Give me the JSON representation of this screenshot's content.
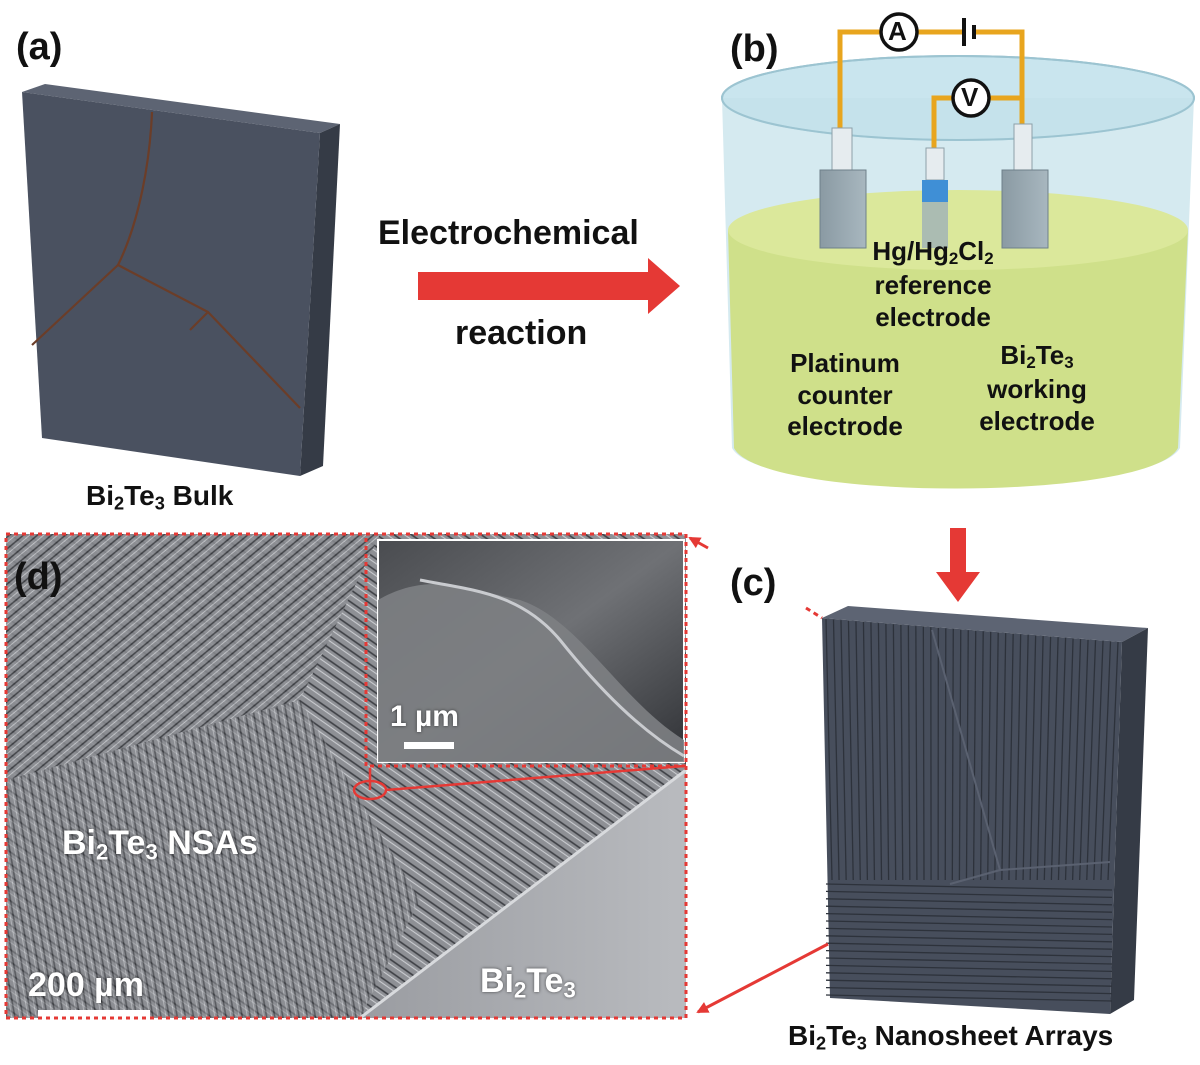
{
  "panels": {
    "a": {
      "letter": "(a)",
      "caption_main": "Bi",
      "caption_sub1": "2",
      "caption_mid": "Te",
      "caption_sub2": "3",
      "caption_tail": " Bulk"
    },
    "b": {
      "letter": "(b)",
      "ammeter": "A",
      "voltmeter": "V",
      "reference": {
        "line1_a": "Hg/Hg",
        "line1_sub1": "2",
        "line1_b": "Cl",
        "line1_sub2": "2",
        "line2": "reference",
        "line3": "electrode"
      },
      "counter": {
        "line1": "Platinum",
        "line2": "counter",
        "line3": "electrode"
      },
      "working": {
        "line1_a": "Bi",
        "line1_sub1": "2",
        "line1_b": "Te",
        "line1_sub2": "3",
        "line2": "working",
        "line3": "electrode"
      }
    },
    "arrow_text": {
      "line1": "Electrochemical",
      "line2": "reaction"
    },
    "c": {
      "letter": "(c)",
      "caption_main": "Bi",
      "caption_sub1": "2",
      "caption_mid": "Te",
      "caption_sub2": "3",
      "caption_tail": " Nanosheet Arrays"
    },
    "d": {
      "letter": "(d)",
      "nsa_a": "Bi",
      "nsa_sub1": "2",
      "nsa_b": "Te",
      "nsa_sub2": "3",
      "nsa_tail": " NSAs",
      "bulk_a": "Bi",
      "bulk_sub1": "2",
      "bulk_b": "Te",
      "bulk_sub2": "3",
      "scale_main": "200 µm",
      "scale_inset": "1 µm"
    }
  },
  "colors": {
    "block": "#4a5160",
    "block_side": "#3a404c",
    "block_top": "#5d6473",
    "crack": "#6b3d28",
    "wire": "#e8a51e",
    "liquid": "#cfe08a",
    "beaker": "#b9dbe6",
    "arrow": "#e53935",
    "dash": "#e53935",
    "sem": "#8d8f94"
  }
}
